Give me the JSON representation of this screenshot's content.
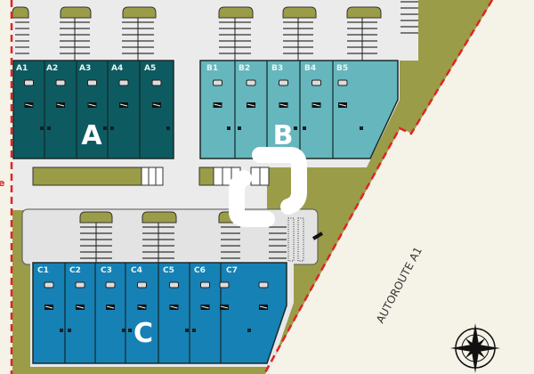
{
  "map": {
    "colors": {
      "background": "#f5f2e8",
      "grass": "#9b9c48",
      "pavement": "#ebebeb",
      "boundary": "#e02424",
      "building_a": "#0d5b60",
      "building_b": "#66b6bd",
      "building_c": "#1681b5",
      "logo": "#ffffff"
    },
    "buildings": [
      {
        "letter": "A",
        "units": [
          "A1",
          "A2",
          "A3",
          "A4",
          "A5"
        ]
      },
      {
        "letter": "B",
        "units": [
          "B1",
          "B2",
          "B3",
          "B4",
          "B5"
        ]
      },
      {
        "letter": "C",
        "units": [
          "C1",
          "C2",
          "C3",
          "C4",
          "C5",
          "C6",
          "C7"
        ]
      }
    ],
    "road_label": "AUTOROUTE A1",
    "edge_text": "e",
    "compass_icon": "compass-rose-icon"
  }
}
